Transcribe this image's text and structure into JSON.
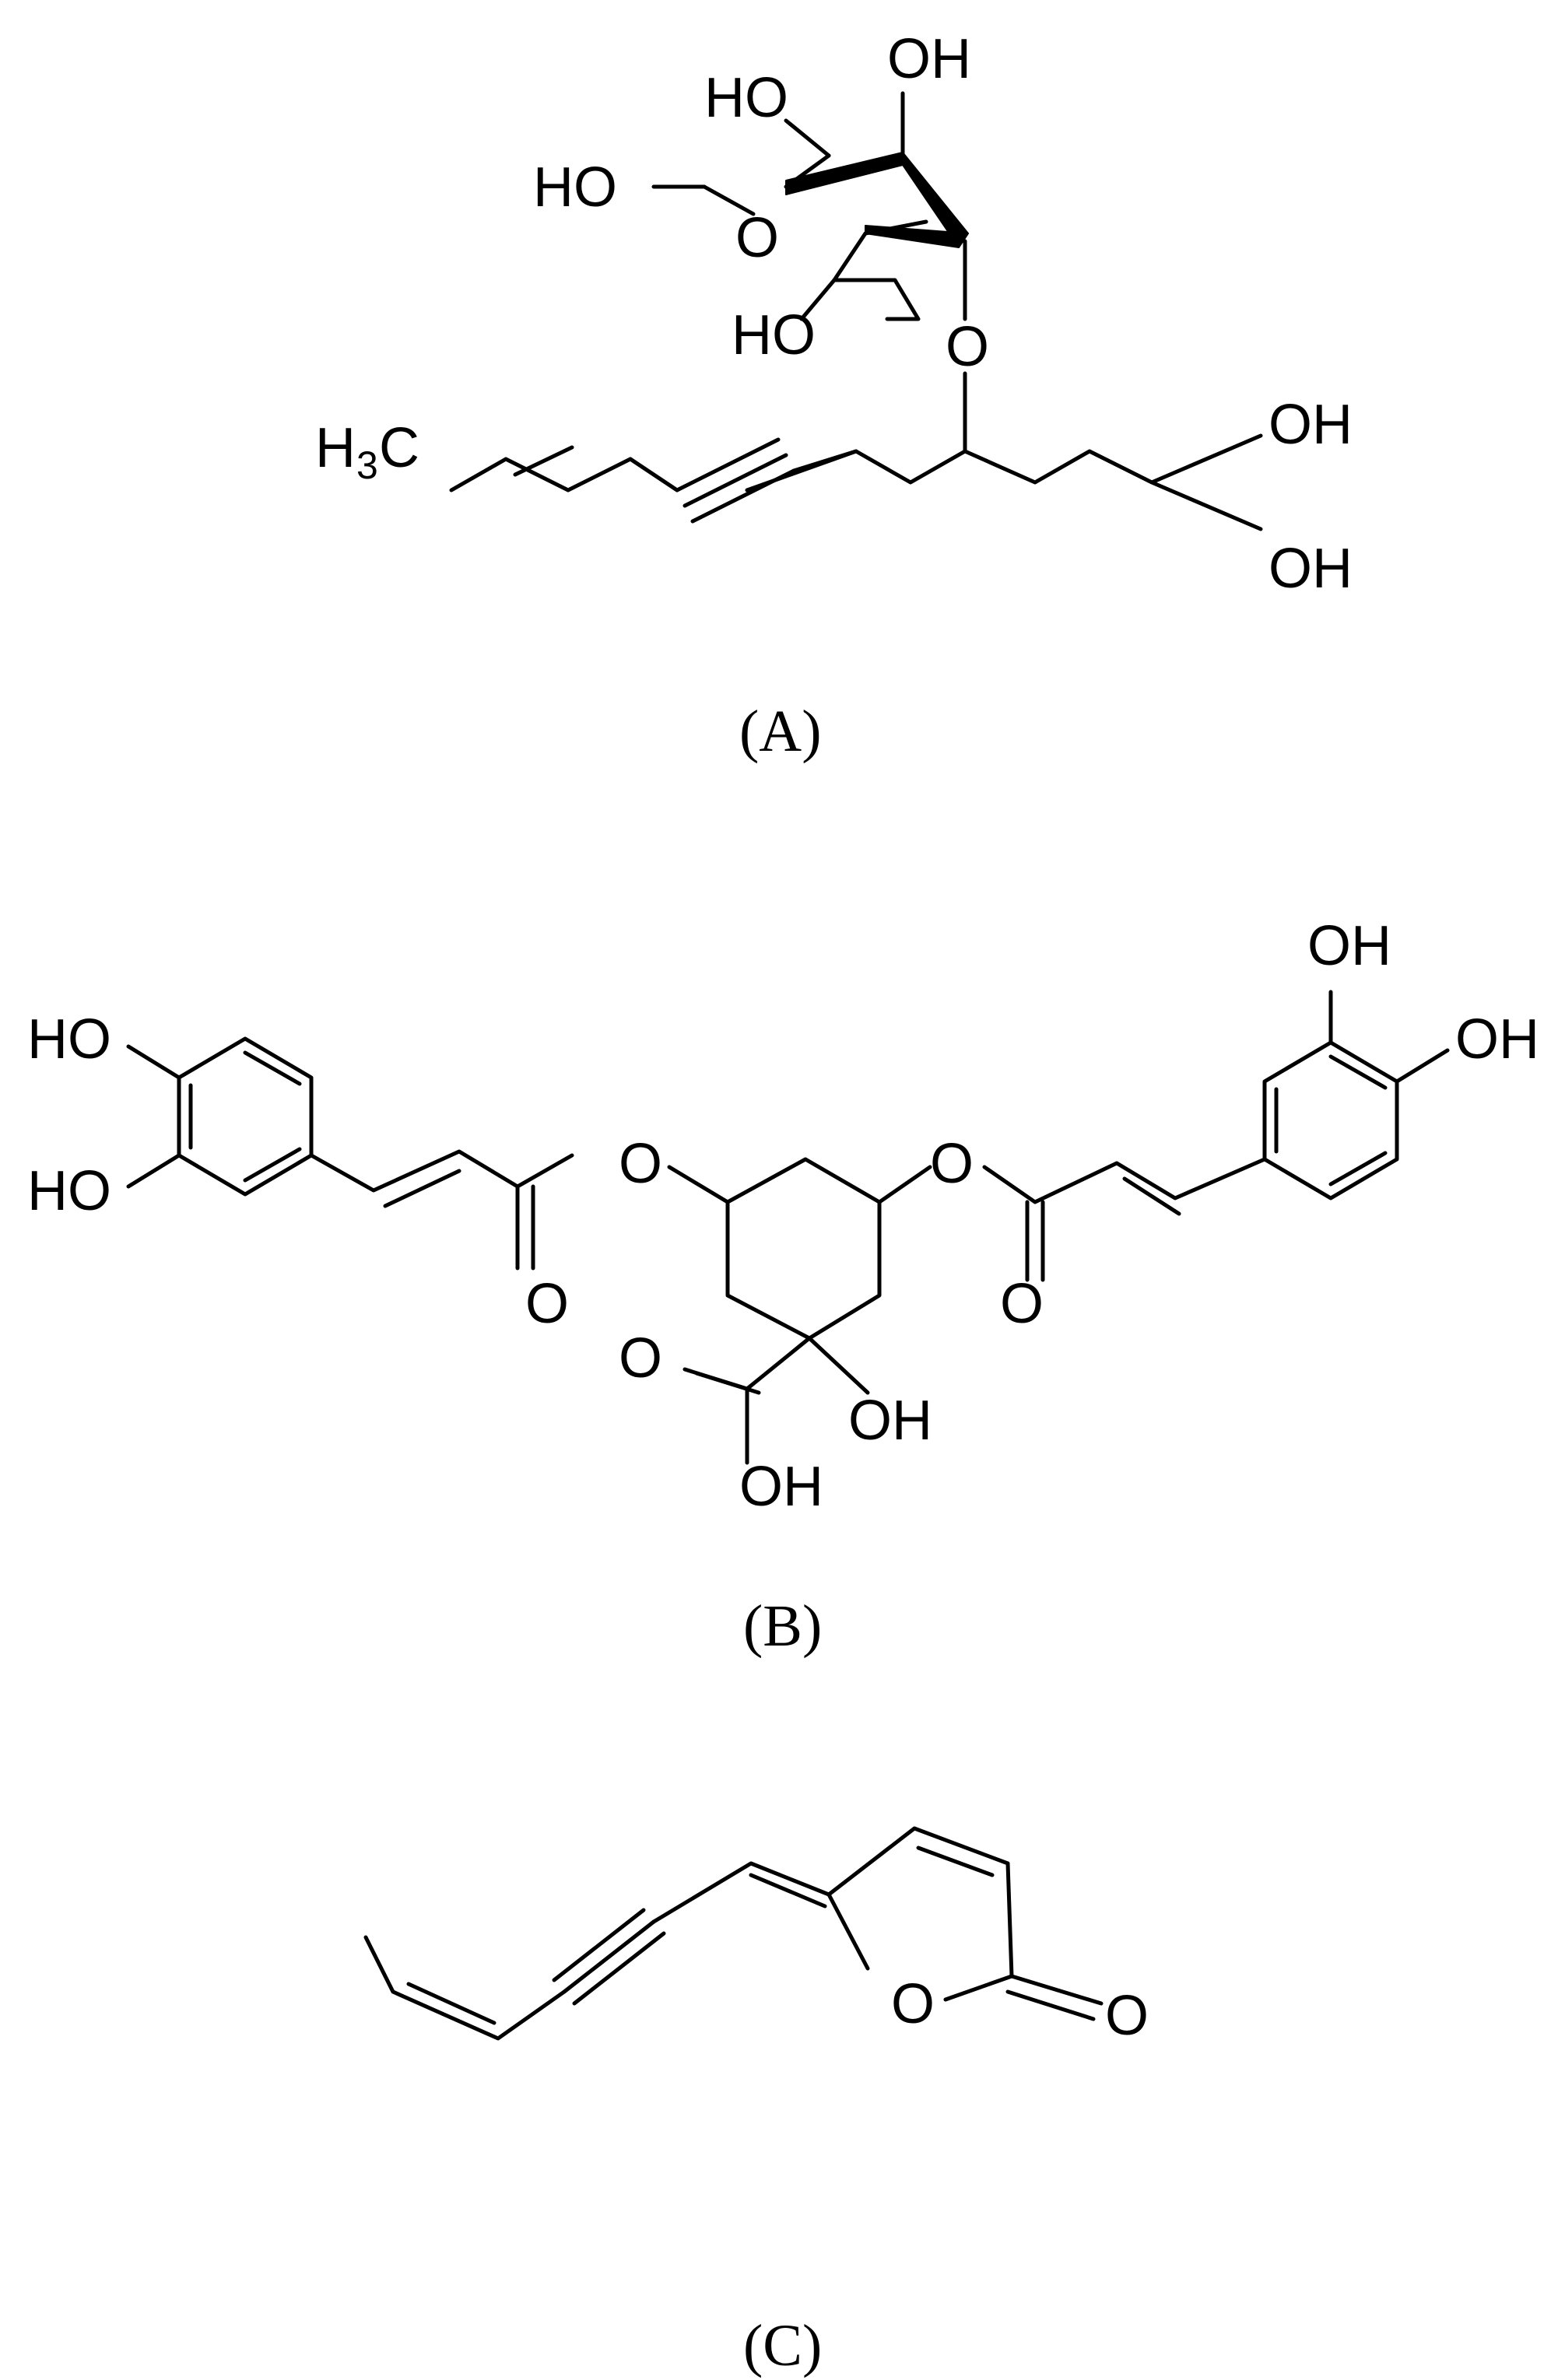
{
  "structures": [
    {
      "id": "A",
      "caption": "(A)",
      "atoms": {
        "oh_top": "OH",
        "ho_upper": "HO",
        "ho_left": "HO",
        "ring_o": "O",
        "ho_ch2": "HO",
        "glyco_o": "O",
        "methyl_h": "H",
        "methyl_sub": "3",
        "methyl_c": "C",
        "oh_a": "OH",
        "oh_b": "OH"
      }
    },
    {
      "id": "B",
      "caption": "(B)",
      "atoms": {
        "ho_1": "HO",
        "ho_2": "HO",
        "ester_o_left": "O",
        "carbonyl_o_left": "O",
        "ester_o_right": "O",
        "carbonyl_o_right": "O",
        "oh_r1": "OH",
        "oh_r2": "OH",
        "acid_o": "O",
        "acid_oh": "OH",
        "quat_oh": "OH"
      }
    },
    {
      "id": "C",
      "caption": "(C)",
      "atoms": {
        "ring_o": "O",
        "carbonyl_o": "O"
      }
    }
  ]
}
